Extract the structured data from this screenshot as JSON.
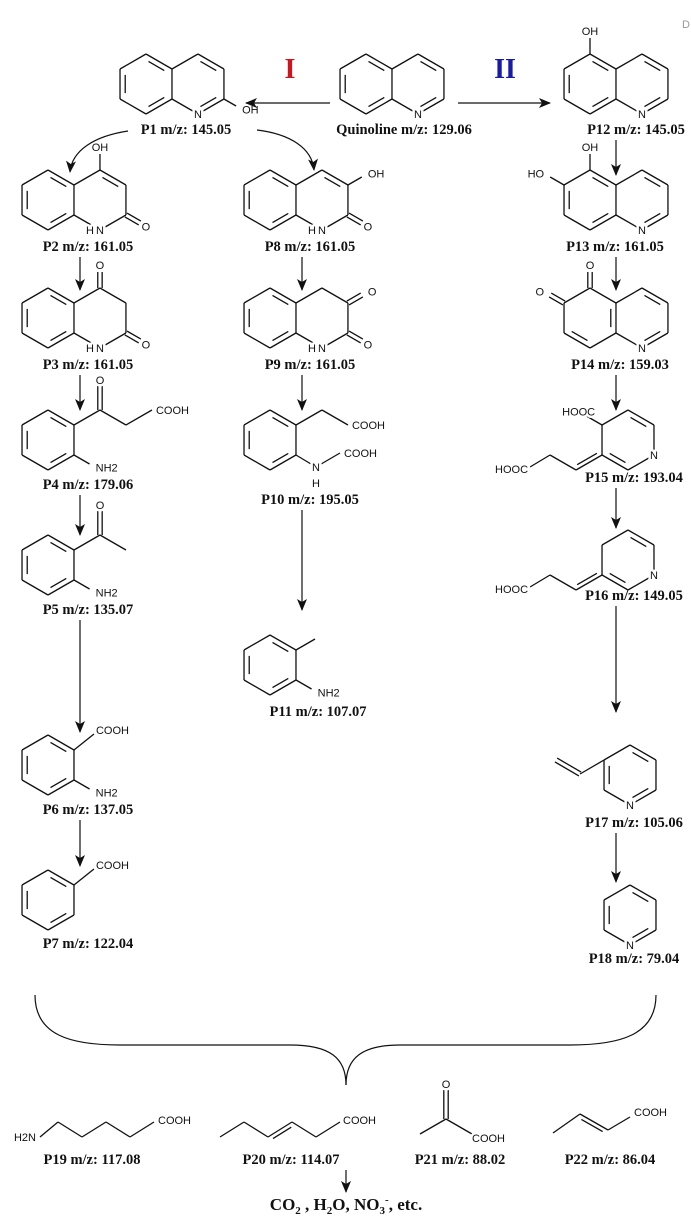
{
  "corner_mark": "D",
  "pathways": [
    {
      "label": "I",
      "color": "#d0141e"
    },
    {
      "label": "II",
      "color": "#1a1aa8"
    }
  ],
  "atoms": {
    "OH": "OH",
    "HO": "HO",
    "N": "N",
    "H": "H",
    "O": "O",
    "COOH": "COOH",
    "HOOC": "HOOC",
    "NH2": "NH2",
    "H2N": "H2N"
  },
  "compounds": {
    "Q": "Quinoline m/z: 129.06",
    "P1": "P1 m/z: 145.05",
    "P2": "P2 m/z: 161.05",
    "P3": "P3 m/z: 161.05",
    "P4": "P4 m/z: 179.06",
    "P5": "P5 m/z: 135.07",
    "P6": "P6 m/z: 137.05",
    "P7": "P7 m/z: 122.04",
    "P8": "P8 m/z: 161.05",
    "P9": "P9 m/z: 161.05",
    "P10": "P10 m/z: 195.05",
    "P11": "P11 m/z: 107.07",
    "P12": "P12 m/z: 145.05",
    "P13": "P13 m/z: 161.05",
    "P14": "P14 m/z: 159.03",
    "P15": "P15 m/z: 193.04",
    "P16": "P16 m/z: 149.05",
    "P17": "P17 m/z: 105.06",
    "P18": "P18 m/z: 79.04",
    "P19": "P19 m/z: 117.08",
    "P20": "P20 m/z: 114.07",
    "P21": "P21 m/z: 88.02",
    "P22": "P22 m/z: 86.04"
  },
  "final_products": {
    "co2": "CO",
    "co2_sub": "2",
    "sep1": " , ",
    "h2o_a": "H",
    "h2o_sub": "2",
    "h2o_b": "O, ",
    "no3": "NO",
    "no3_sub": "3",
    "no3_sup": "-",
    "etc": ", etc."
  }
}
